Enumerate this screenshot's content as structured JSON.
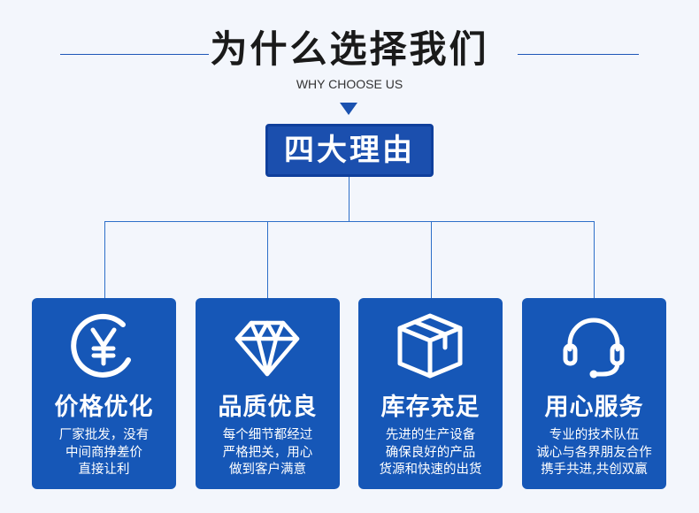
{
  "header": {
    "title": "为什么选择我们",
    "subtitle": "WHY CHOOSE US",
    "badge": "四大理由"
  },
  "colors": {
    "primary": "#1657b7",
    "connector": "#2d6fc9",
    "background": "#f3f6fc"
  },
  "cards": [
    {
      "title": "价格优化",
      "icon": "yen-coin-icon",
      "lines": [
        "厂家批发，没有",
        "中间商挣差价",
        "直接让利"
      ]
    },
    {
      "title": "品质优良",
      "icon": "diamond-icon",
      "lines": [
        "每个细节都经过",
        "严格把关，用心",
        "做到客户满意"
      ]
    },
    {
      "title": "库存充足",
      "icon": "box-icon",
      "lines": [
        "先进的生产设备",
        "确保良好的产品",
        "货源和快速的出货"
      ]
    },
    {
      "title": "用心服务",
      "icon": "headset-icon",
      "lines": [
        "专业的技术队伍",
        "诚心与各界朋友合作",
        "携手共进,共创双赢"
      ]
    }
  ]
}
